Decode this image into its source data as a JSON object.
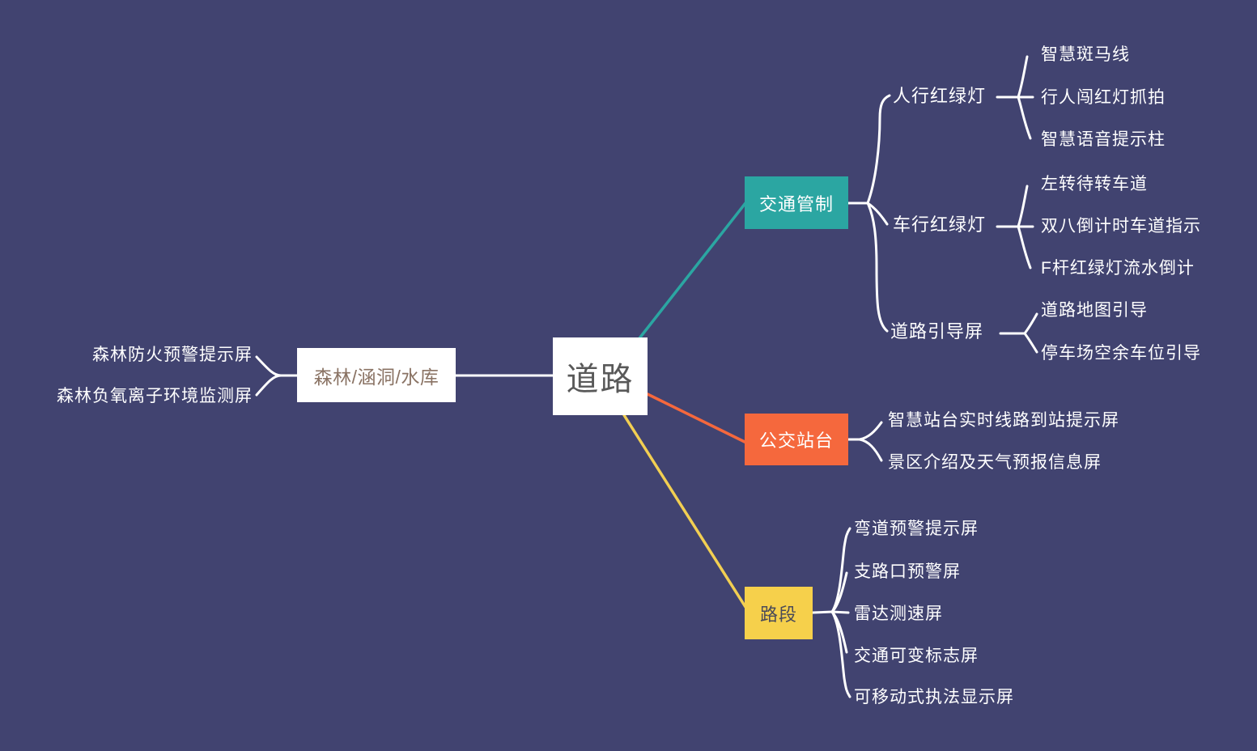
{
  "palette": {
    "background": "#414370",
    "connector_white": "#ffffff",
    "teal": "#2ba6a2",
    "orange": "#f5683d",
    "yellow_box": "#f6d04b",
    "yellow_edge": "#f2cf52",
    "root_text": "#595959",
    "forest_box_text": "#8a7364",
    "segment_box_text": "#4a4a58",
    "leaf_text": "#ffffff"
  },
  "root": {
    "label": "道路"
  },
  "forest": {
    "label": "森林/涵洞/水库",
    "leaves": [
      {
        "label": "森林防火预警提示屏"
      },
      {
        "label": "森林负氧离子环境监测屏"
      }
    ]
  },
  "traffic_control": {
    "label": "交通管制",
    "subs": [
      {
        "label": "人行红绿灯",
        "leaves": [
          {
            "label": "智慧斑马线"
          },
          {
            "label": "行人闯红灯抓拍"
          },
          {
            "label": "智慧语音提示柱"
          }
        ]
      },
      {
        "label": "车行红绿灯",
        "leaves": [
          {
            "label": "左转待转车道"
          },
          {
            "label": "双八倒计时车道指示"
          },
          {
            "label": "F杆红绿灯流水倒计"
          }
        ]
      },
      {
        "label": "道路引导屏",
        "leaves": [
          {
            "label": "道路地图引导"
          },
          {
            "label": "停车场空余车位引导"
          }
        ]
      }
    ]
  },
  "bus_stop": {
    "label": "公交站台",
    "leaves": [
      {
        "label": "智慧站台实时线路到站提示屏"
      },
      {
        "label": "景区介绍及天气预报信息屏"
      }
    ]
  },
  "road_segment": {
    "label": "路段",
    "leaves": [
      {
        "label": "弯道预警提示屏"
      },
      {
        "label": "支路口预警屏"
      },
      {
        "label": "雷达测速屏"
      },
      {
        "label": "交通可变标志屏"
      },
      {
        "label": "可移动式执法显示屏"
      }
    ]
  }
}
